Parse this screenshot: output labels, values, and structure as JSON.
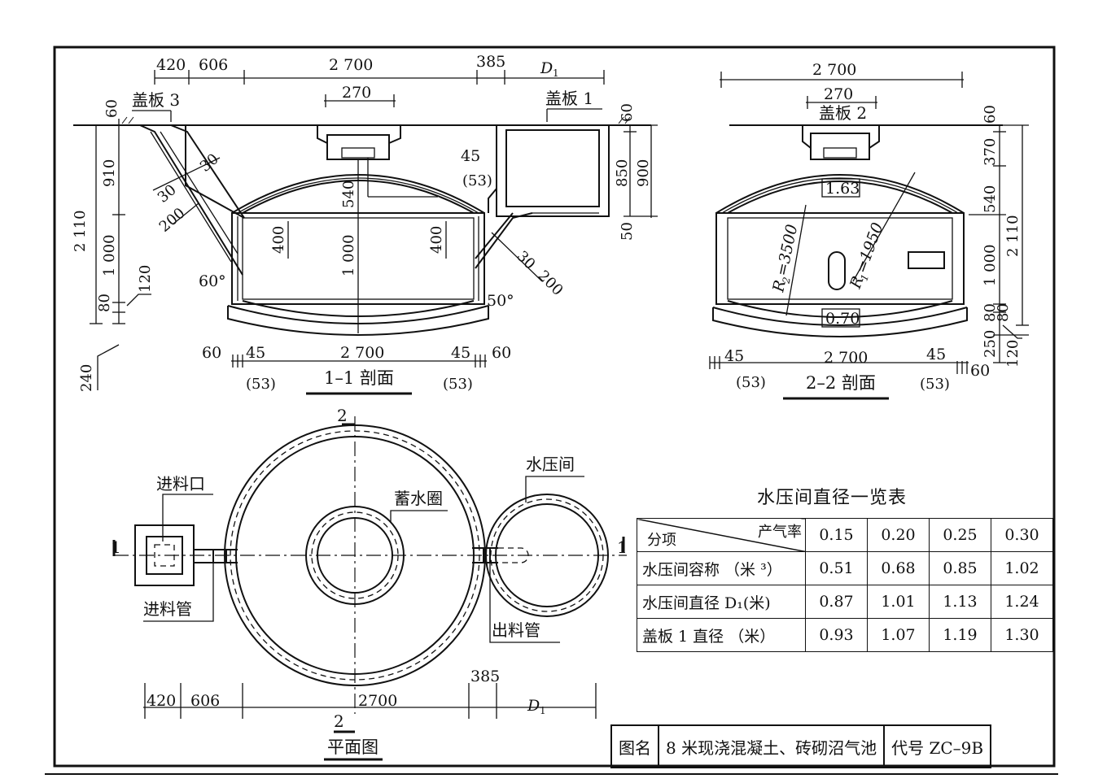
{
  "section11": {
    "title": "1–1 剖面",
    "top_dims": [
      "420",
      "606",
      "2 700",
      "385",
      "D",
      "1"
    ],
    "dim_270": "270",
    "cover3": "盖板 3",
    "cover1": "盖板 1",
    "left_dims": [
      "60",
      "910",
      "2 110",
      "1 000",
      "120",
      "80",
      "240"
    ],
    "right_dims": [
      "60",
      "850",
      "900",
      "50"
    ],
    "inner_dims": [
      "30",
      "30",
      "200",
      "45",
      "(53)",
      "540",
      "400",
      "1 000",
      "400",
      "30",
      "200",
      "60°",
      "50°"
    ],
    "bottom_dims": [
      "60",
      "45",
      "2 700",
      "45",
      "60",
      "(53)",
      "(53)"
    ]
  },
  "section22": {
    "title": "2–2 剖面",
    "top_dims": [
      "2 700",
      "270"
    ],
    "cover2": "盖板 2",
    "box_labels": [
      "1.63",
      "0.70"
    ],
    "radii": [
      "R",
      "2",
      "=3500",
      "R",
      "1",
      "=1950"
    ],
    "right_dims": [
      "60",
      "370",
      "540",
      "1 000",
      "80",
      "250",
      "2 110",
      "80",
      "120"
    ],
    "bottom_dims": [
      "45",
      "2 700",
      "45",
      "60",
      "(53)",
      "(53)"
    ]
  },
  "plan": {
    "title": "平面图",
    "section_marks": [
      "2",
      "2",
      "1",
      "1"
    ],
    "labels": [
      "进料口",
      "蓄水圈",
      "水压间",
      "进料管",
      "出料管"
    ],
    "bottom_dims": [
      "420",
      "606",
      "2700",
      "385",
      "D",
      "1"
    ]
  },
  "table": {
    "title": "水压间直径一览表",
    "corner_top": "产气率",
    "corner_bottom": "分项",
    "columns": [
      "0.15",
      "0.20",
      "0.25",
      "0.30"
    ],
    "rows": [
      {
        "label": "水压间容称 （米 ³）",
        "values": [
          "0.51",
          "0.68",
          "0.85",
          "1.02"
        ]
      },
      {
        "label": "水压间直径 D₁(米)",
        "values": [
          "0.87",
          "1.01",
          "1.13",
          "1.24"
        ]
      },
      {
        "label": "盖板 1 直径 （米）",
        "values": [
          "0.93",
          "1.07",
          "1.19",
          "1.30"
        ]
      }
    ]
  },
  "title_block": {
    "name_label": "图名",
    "name": "8 米现浇混凝土、砖砌沼气池",
    "code_label": "代号",
    "code": "ZC–9B"
  }
}
